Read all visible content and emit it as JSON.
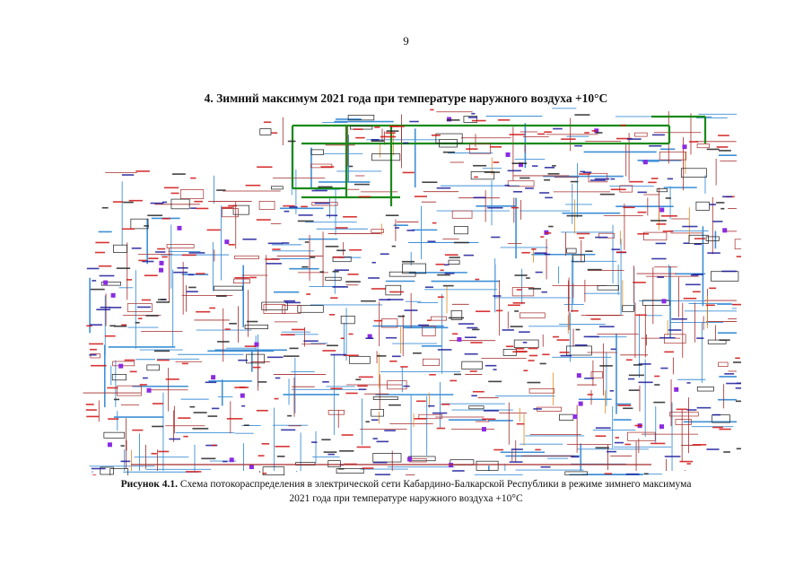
{
  "page": {
    "number": "9"
  },
  "heading": {
    "text": "4.  Зимний максимум 2021 года при температуре наружного воздуха +10°С"
  },
  "figure": {
    "caption_label": "Рисунок 4.1.",
    "caption_text_line1": " Схема потокораспределения в электрической сети Кабардино-Балкарской Республики в режиме зимнего максимума",
    "caption_text_line2": "2021 года при температуре наружного воздуха +10°С"
  },
  "schematic": {
    "colors": {
      "line_110kv": "#3d8fd6",
      "line_35kv": "#a52a2a",
      "line_330kv": "#1a8a1a",
      "label_red": "#d01010",
      "node_purple": "#8a2be2",
      "label_blue": "#1a1a9a",
      "flow_orange": "#e08a20"
    }
  }
}
